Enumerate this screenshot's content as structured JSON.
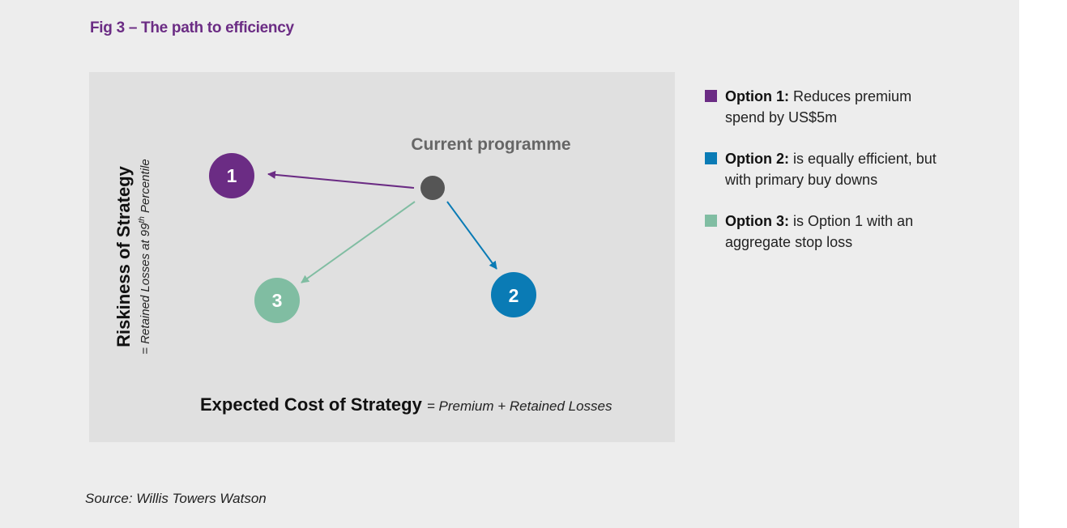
{
  "title": "Fig 3 – The path to efficiency",
  "diagram": {
    "current_label": "Current programme",
    "y_axis_main": "Riskiness of Strategy",
    "y_axis_sub_prefix": "= Retained Losses at 99",
    "y_axis_sub_sup": "th",
    "y_axis_sub_suffix": " Percentile",
    "x_axis_main": "Expected Cost of Strategy",
    "x_axis_sub": "= Premium + Retained Losses",
    "nodes": [
      {
        "label": "1",
        "color": "#6b2c84"
      },
      {
        "label": "2",
        "color": "#0a7bb5"
      },
      {
        "label": "3",
        "color": "#80bda2"
      }
    ],
    "current_color": "#555555"
  },
  "legend": [
    {
      "bold": "Option 1:",
      "text": " Reduces premium spend by US$5m",
      "color": "#6b2c84"
    },
    {
      "bold": "Option 2:",
      "text": " is equally efficient, but with primary buy downs",
      "color": "#0a7bb5"
    },
    {
      "bold": "Option 3:",
      "text": " is Option 1 with an aggregate stop loss",
      "color": "#80bda2"
    }
  ],
  "source": "Source: Willis Towers Watson"
}
